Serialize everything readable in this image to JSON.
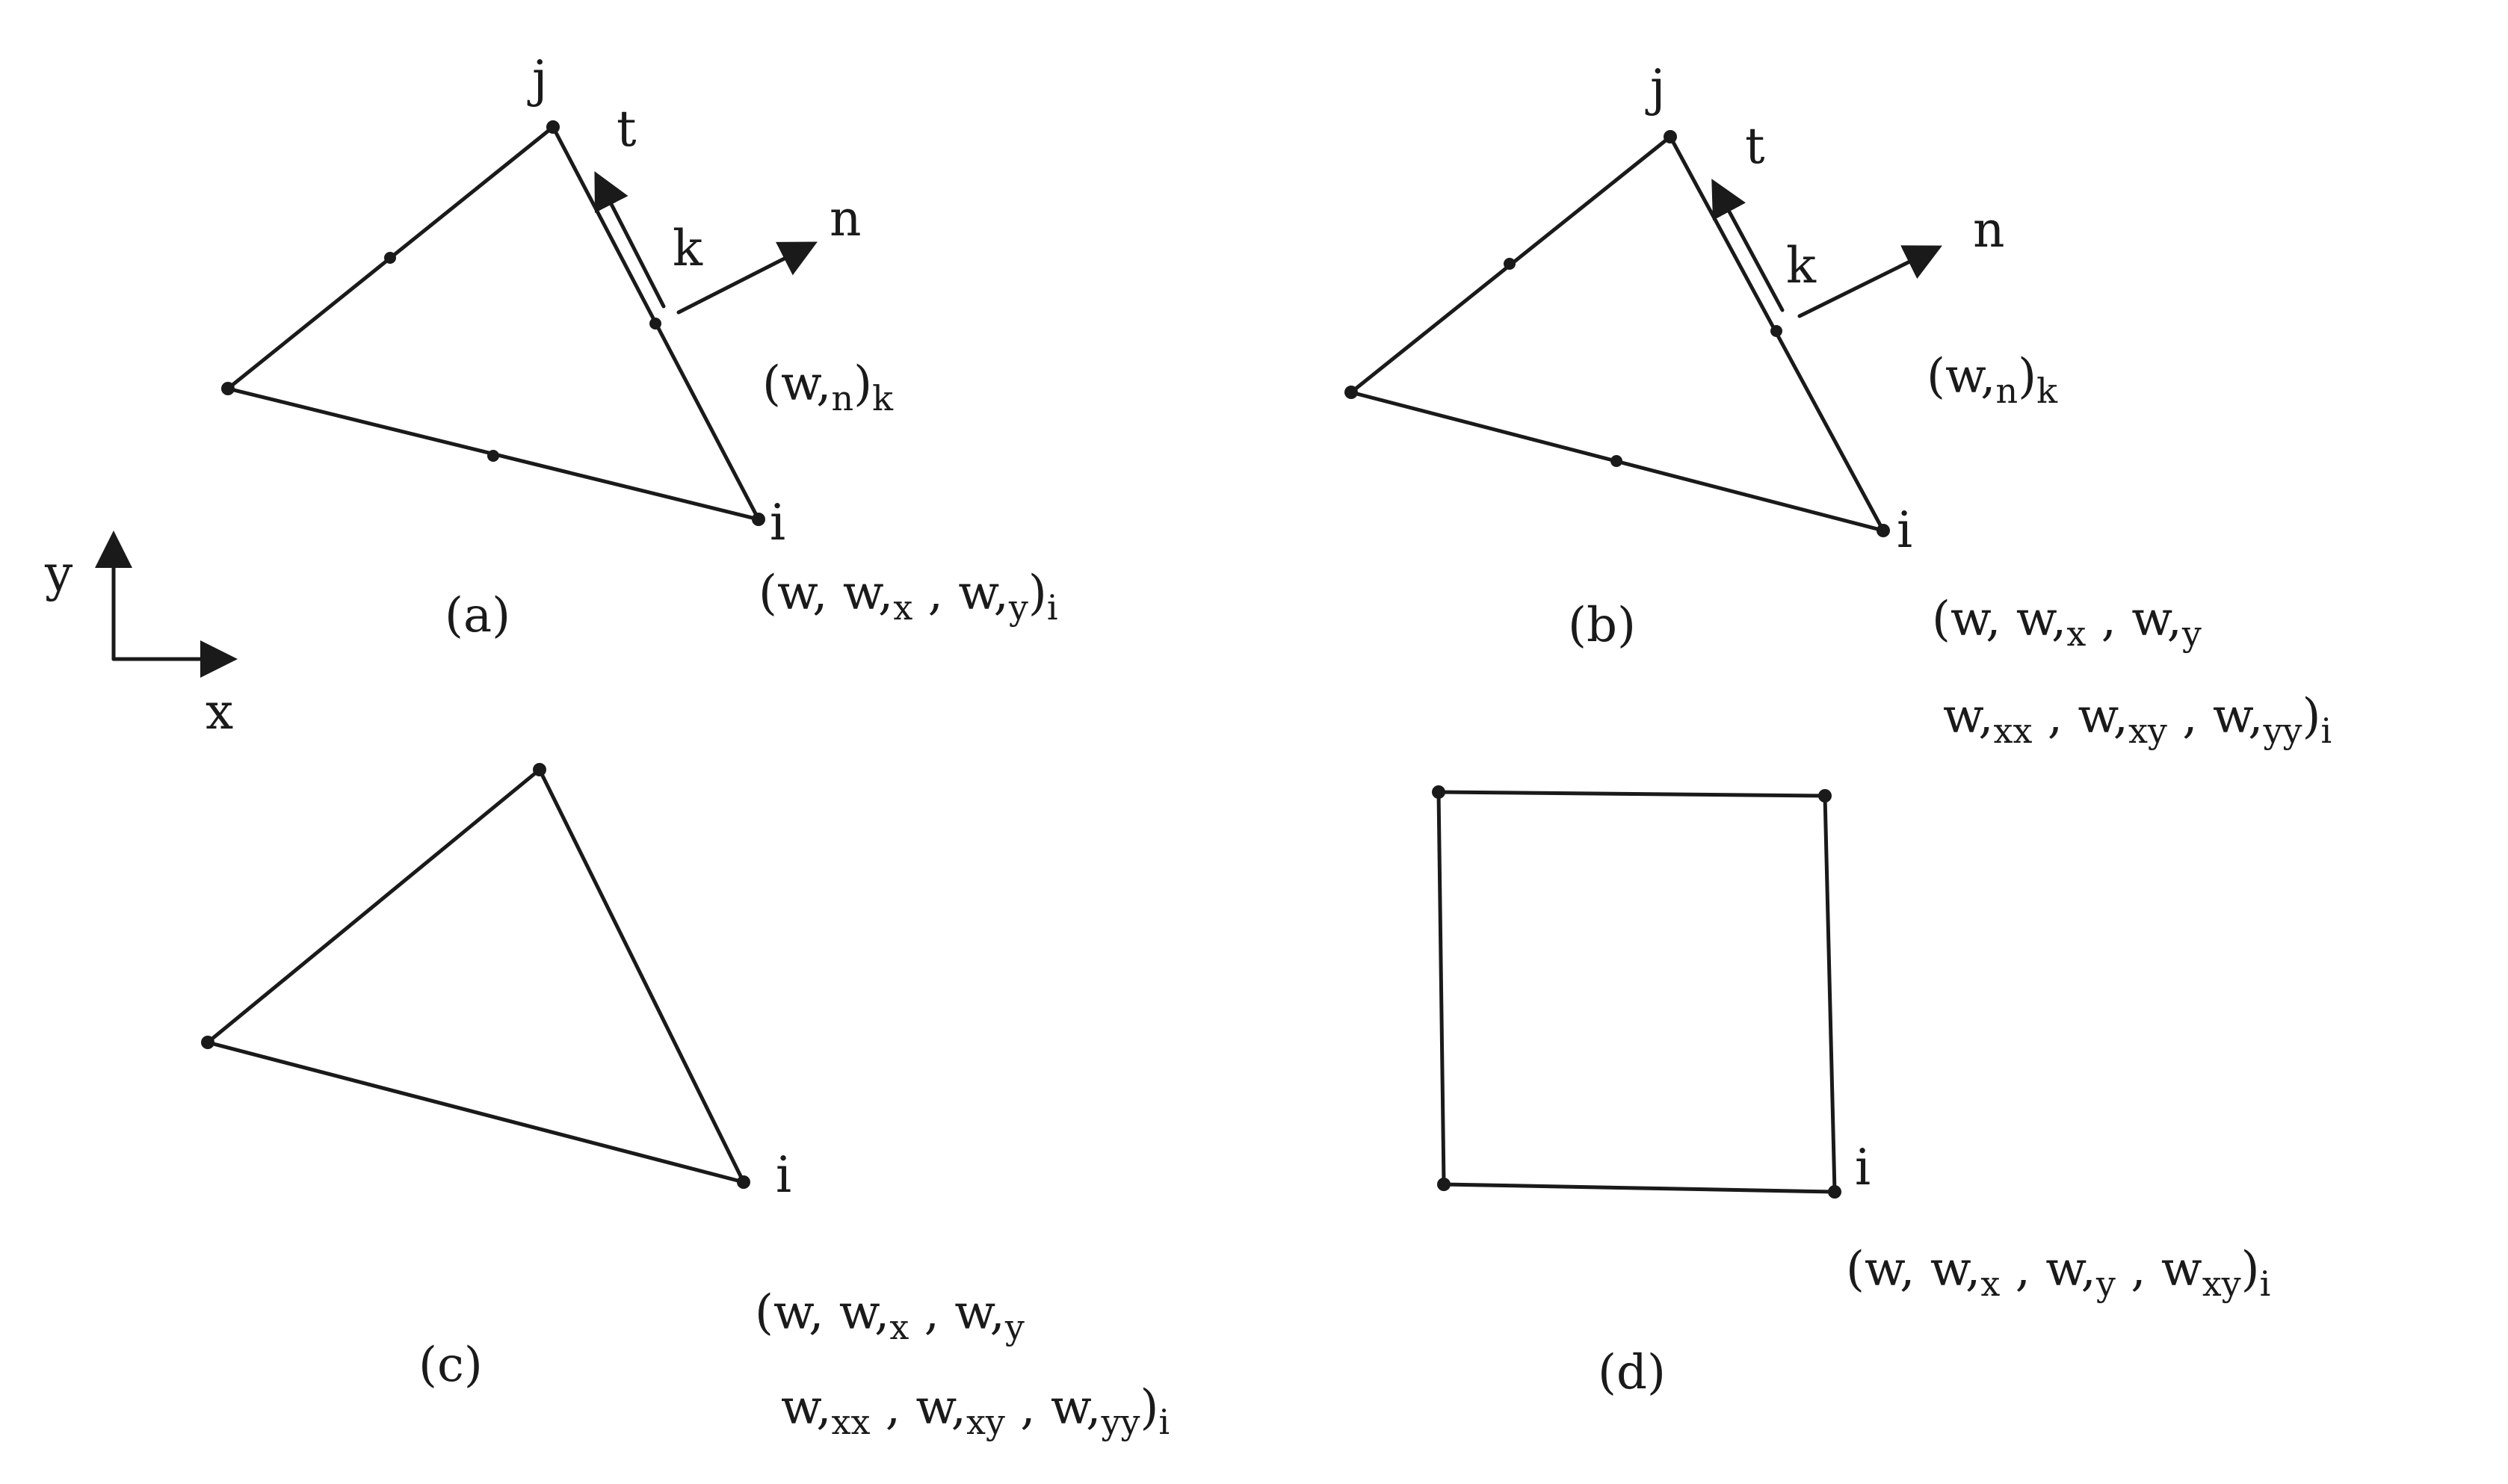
{
  "panels": {
    "a": {
      "caption": "(a)",
      "node_j": "j",
      "node_i": "i",
      "label_k": "k",
      "label_t": "t",
      "label_n": "n",
      "dof_k": {
        "open": "(w,",
        "sub": "n",
        "close": ")",
        "tail": "k"
      },
      "dof_i": {
        "text": "(w, w,",
        "s1": "x",
        "m1": " , w,",
        "s2": "y",
        "m2": ")",
        "s3": "i"
      }
    },
    "b": {
      "caption": "(b)",
      "node_j": "j",
      "node_i": "i",
      "label_k": "k",
      "label_t": "t",
      "label_n": "n",
      "dof_k": {
        "open": "(w,",
        "sub": "n",
        "close": ")",
        "tail": "k"
      },
      "dof_i_line1": {
        "text": "(w, w,",
        "s1": "x",
        "m1": " , w,",
        "s2": "y"
      },
      "dof_i_line2": {
        "text": "w,",
        "s1": "xx",
        "m1": " , w,",
        "s2": "xy",
        "m2": " , w,",
        "s3": "yy",
        "m3": ")",
        "s4": "i"
      }
    },
    "c": {
      "caption": "(c)",
      "node_i": "i",
      "dof_i_line1": {
        "text": "(w, w,",
        "s1": "x",
        "m1": " , w,",
        "s2": "y"
      },
      "dof_i_line2": {
        "text": "w,",
        "s1": "xx",
        "m1": " , w,",
        "s2": "xy",
        "m2": " , w,",
        "s3": "yy",
        "m3": ")",
        "s4": "i"
      }
    },
    "d": {
      "caption": "(d)",
      "node_i": "i",
      "dof_i": {
        "text": "(w, w,",
        "s1": "x",
        "m1": " , w,",
        "s2": "y",
        "m2": " , w",
        "s3": "xy",
        "m3": ")",
        "s4": "i"
      }
    }
  },
  "axes": {
    "y_label": "y",
    "x_label": "x"
  },
  "colors": {
    "ink": "#1a1a1a",
    "background": "#ffffff"
  }
}
